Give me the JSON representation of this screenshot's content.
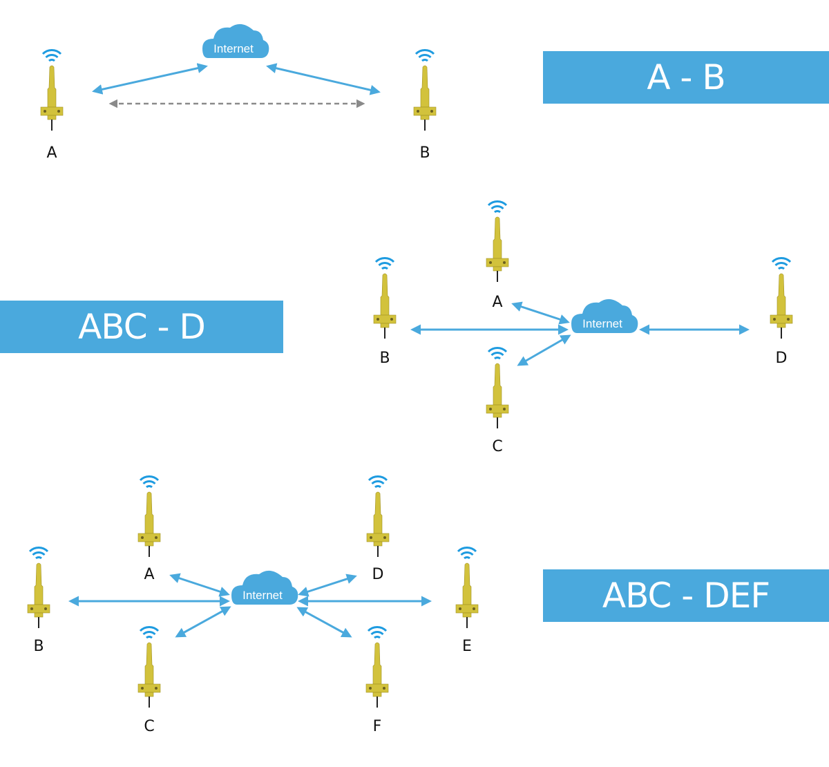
{
  "colors": {
    "banner": "#4aa9dd",
    "link": "#4aa9dd",
    "dashed_link": "#8a8a8a",
    "cloud": "#4aa9dd",
    "wifi": "#1e9be0",
    "sensor_body": "#d2c23c",
    "sensor_shadow": "#a09020"
  },
  "cloud_label": "Internet",
  "sections": [
    {
      "id": "ab",
      "banner": "A - B",
      "nodes": [
        "A",
        "B"
      ],
      "links": [
        {
          "from": "A",
          "to": "Internet",
          "style": "solid"
        },
        {
          "from": "B",
          "to": "Internet",
          "style": "solid"
        },
        {
          "from": "A",
          "to": "B",
          "style": "dashed"
        }
      ]
    },
    {
      "id": "abc-d",
      "banner": "ABC - D",
      "nodes": [
        "A",
        "B",
        "C",
        "D"
      ],
      "links": [
        {
          "from": "A",
          "to": "Internet",
          "style": "solid"
        },
        {
          "from": "B",
          "to": "Internet",
          "style": "solid"
        },
        {
          "from": "C",
          "to": "Internet",
          "style": "solid"
        },
        {
          "from": "D",
          "to": "Internet",
          "style": "solid"
        }
      ]
    },
    {
      "id": "abc-def",
      "banner": "ABC - DEF",
      "nodes": [
        "A",
        "B",
        "C",
        "D",
        "E",
        "F"
      ],
      "links": [
        {
          "from": "A",
          "to": "Internet",
          "style": "solid"
        },
        {
          "from": "B",
          "to": "Internet",
          "style": "solid"
        },
        {
          "from": "C",
          "to": "Internet",
          "style": "solid"
        },
        {
          "from": "D",
          "to": "Internet",
          "style": "solid"
        },
        {
          "from": "E",
          "to": "Internet",
          "style": "solid"
        },
        {
          "from": "F",
          "to": "Internet",
          "style": "solid"
        }
      ]
    }
  ]
}
